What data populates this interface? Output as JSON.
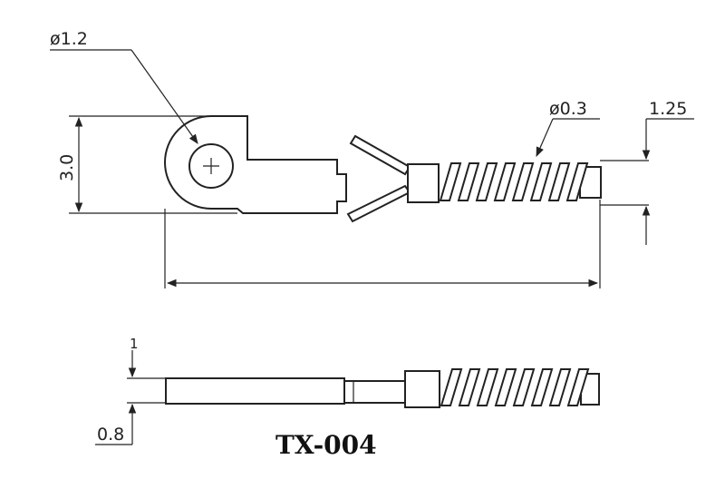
{
  "drawing": {
    "part_number": "TX-004",
    "dimensions": {
      "hole_diameter": "ø1.2",
      "wire_diameter": "ø0.3",
      "coil_offset": "1.25",
      "height": "3.0",
      "thickness_top": "1",
      "thickness": "0.8"
    }
  },
  "colors": {
    "line": "#222222",
    "background": "#ffffff"
  }
}
